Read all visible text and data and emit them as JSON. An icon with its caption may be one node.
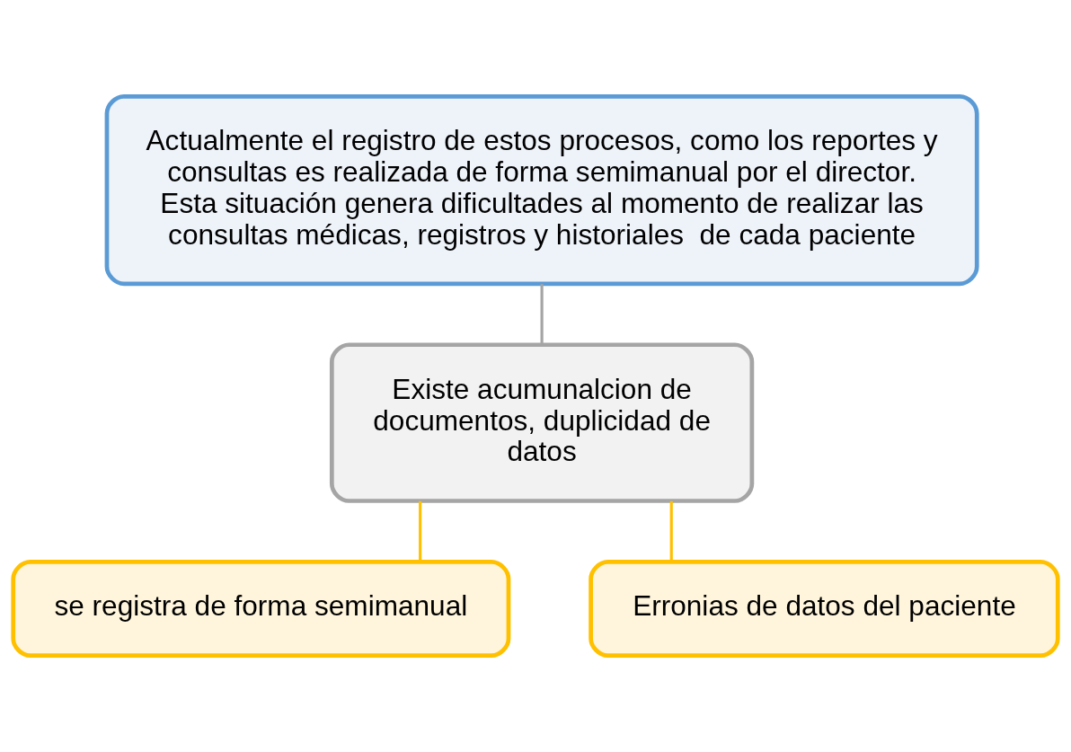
{
  "diagram": {
    "nodes": [
      {
        "text": [
          "Actualmente el registro de estos procesos, como los reportes y consultas es realizada de forma semimanual por el director. Esta situación genera dificultades al momento de realizar las consultas médicas, registros y historiales  de cada paciente"
        ]
      },
      {
        "text": [
          "Existe acumunalcion de documentos, duplicidad de datos"
        ]
      },
      {
        "text": [
          "se registra de forma semimanual"
        ]
      },
      {
        "text": [
          "Erronias de datos del paciente"
        ]
      }
    ],
    "edges": [
      {
        "from": 0,
        "to": 1,
        "arrow": "none",
        "color": "#a5a5a5"
      },
      {
        "from": 1,
        "to": 2,
        "arrow": "none"
      },
      {
        "from": 1,
        "to": 3,
        "arrow": "none"
      }
    ]
  }
}
